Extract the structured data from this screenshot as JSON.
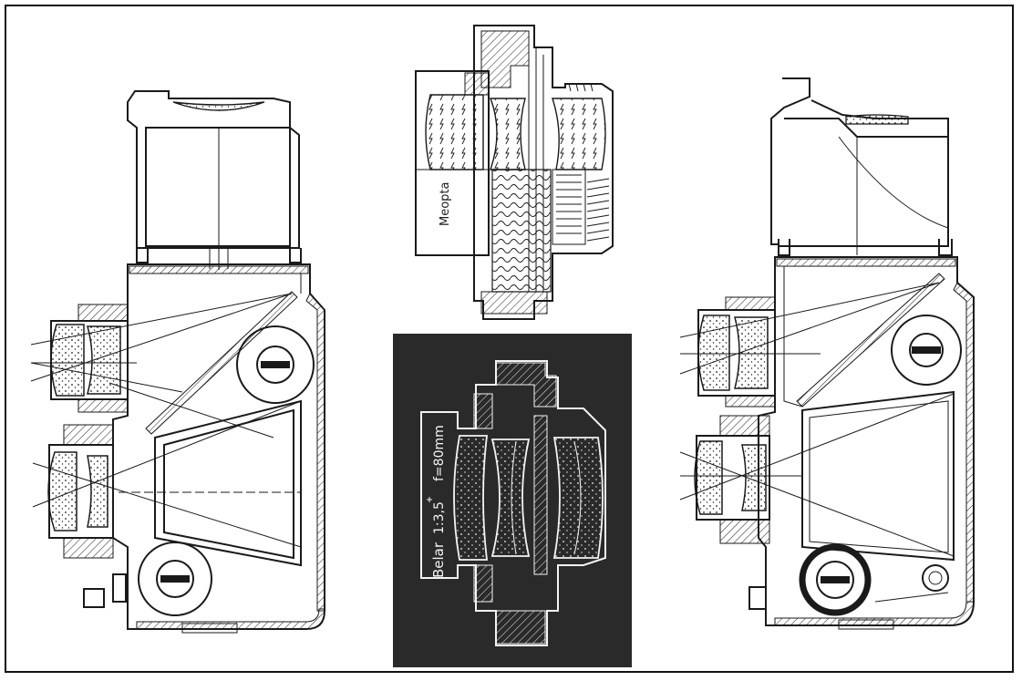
{
  "labels": {
    "top_lens_brand": "Meopta",
    "bottom_lens_brand": "Belar",
    "bottom_lens_aperture": "1:3,5",
    "bottom_lens_focal": "f=80mm"
  },
  "colors": {
    "ink": "#1a1a1a",
    "paper": "#ffffff",
    "dark_panel": "#2a2a2a",
    "white_line": "#f4f4f4"
  }
}
